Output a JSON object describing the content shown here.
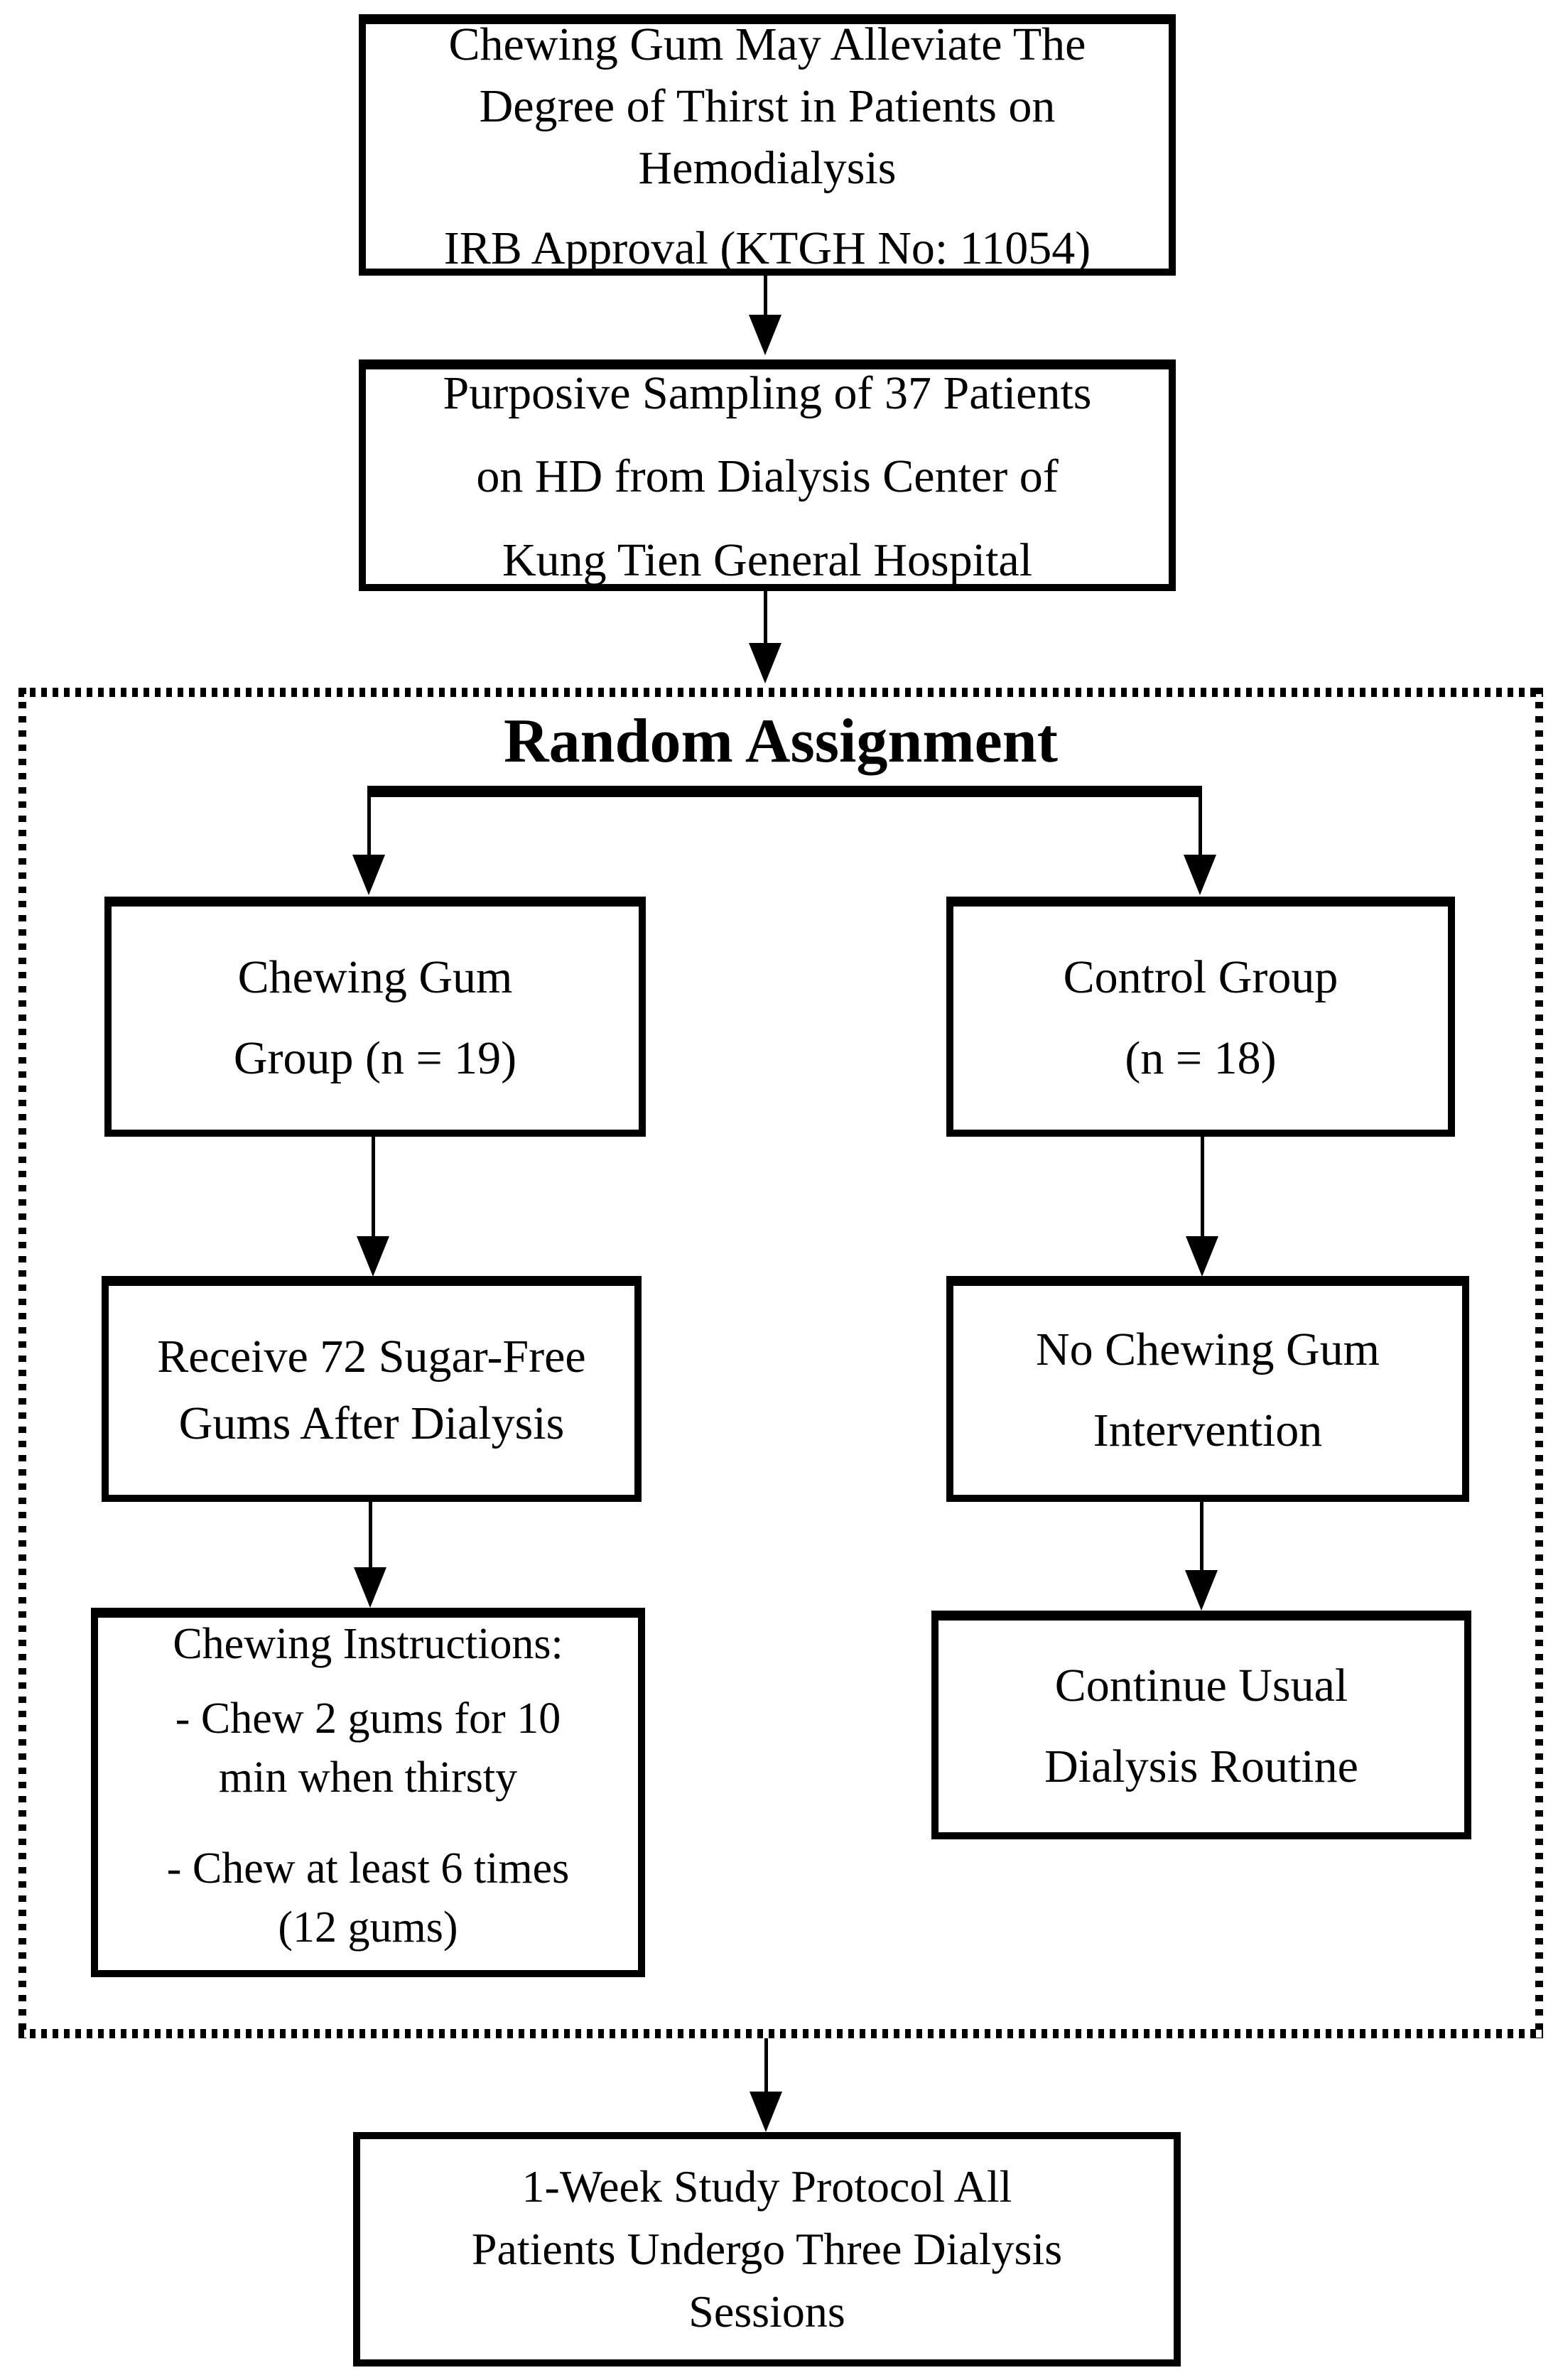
{
  "diagram": {
    "title_box": {
      "lines": [
        "Chewing Gum May Alleviate The",
        "Degree of Thirst in Patients on",
        "Hemodialysis"
      ],
      "irb_line": "IRB Approval (KTGH No: 11054)"
    },
    "sampling_box": {
      "lines": [
        "Purposive Sampling of 37 Patients",
        "on HD from Dialysis Center of",
        "Kung Tien General Hospital"
      ]
    },
    "random_assignment_label": "Random Assignment",
    "left_branch": {
      "group_box": {
        "lines": [
          "Chewing Gum",
          "Group (n = 19)"
        ]
      },
      "receive_box": {
        "lines": [
          "Receive 72 Sugar-Free",
          "Gums After Dialysis"
        ]
      },
      "instructions_box": {
        "heading": "Chewing Instructions:",
        "bullet1": {
          "lines": [
            "- Chew 2 gums for 10",
            "min when thirsty"
          ]
        },
        "bullet2": {
          "lines": [
            "- Chew at least 6 times",
            "(12 gums)"
          ]
        }
      }
    },
    "right_branch": {
      "control_box": {
        "lines": [
          "Control Group",
          "(n = 18)"
        ]
      },
      "no_gum_box": {
        "lines": [
          "No Chewing Gum",
          "Intervention"
        ]
      },
      "routine_box": {
        "lines": [
          "Continue Usual",
          "Dialysis Routine"
        ]
      }
    },
    "protocol_box": {
      "lines": [
        "1-Week Study Protocol All",
        "Patients Undergo Three Dialysis",
        "Sessions"
      ]
    }
  },
  "colors": {
    "ink": "#000000",
    "paper": "#ffffff"
  }
}
